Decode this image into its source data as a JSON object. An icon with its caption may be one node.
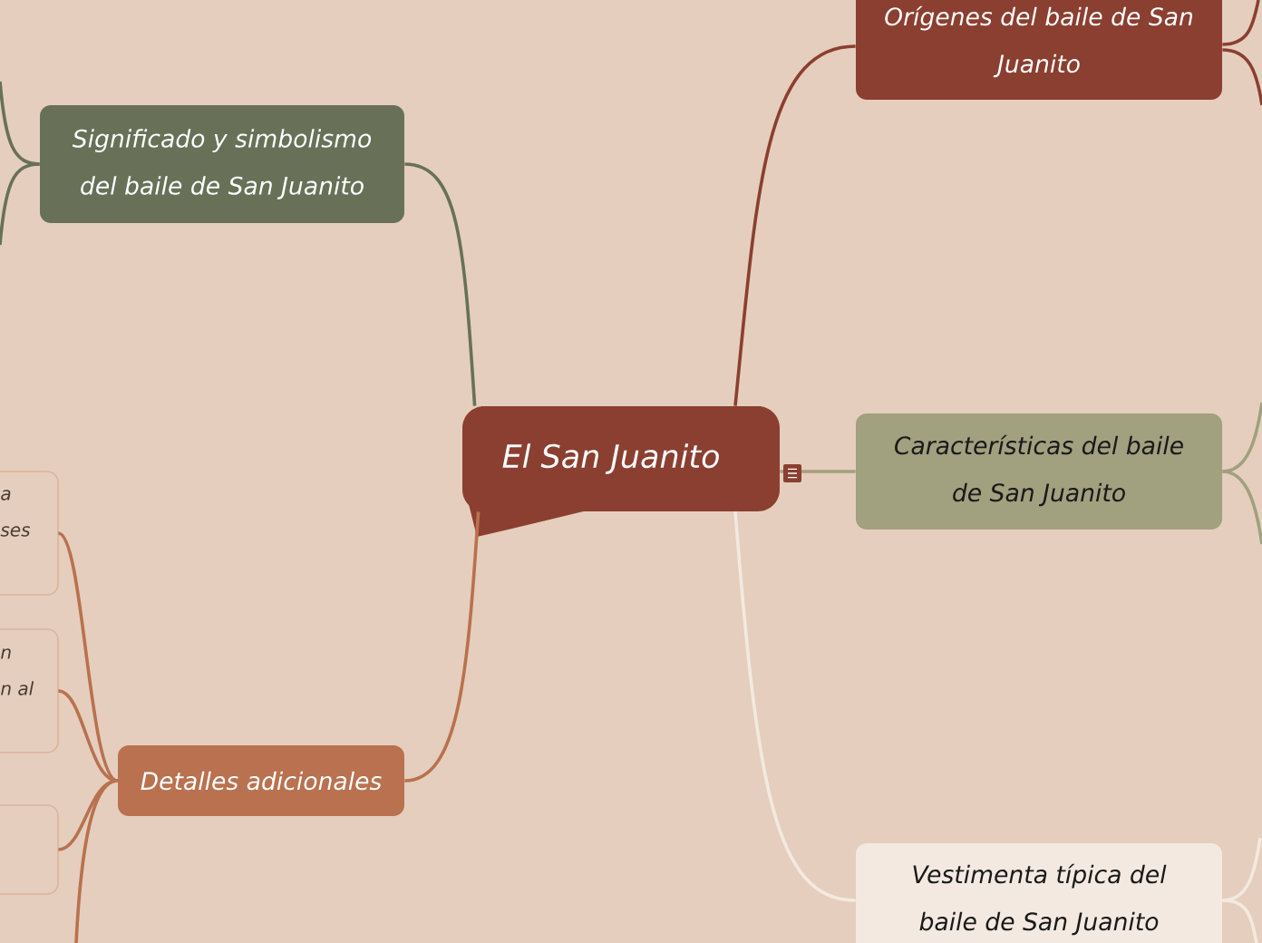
{
  "diagram": {
    "nodes": [
      {
        "text": [
          "Orígenes del baile de San Juanito"
        ]
      },
      {
        "text": [
          "Significado y simbolismo del baile de San Juanito"
        ]
      },
      {
        "text": [
          "El San Juanito"
        ]
      },
      {
        "text": [
          "Características del baile de San Juanito"
        ]
      },
      {
        "text": [
          "a",
          "ses"
        ]
      },
      {
        "text": [
          "n",
          "n al"
        ]
      },
      {
        "text": [
          "Detalles adicionales"
        ]
      },
      {
        "text": [],
        "shape": "box"
      },
      {
        "text": [
          "Vestimenta típica del baile de San Juanito"
        ]
      }
    ],
    "edges": [
      {
        "from": 2,
        "to": 0,
        "arrow": "none",
        "color": "#8b3f30"
      },
      {
        "from": 2,
        "to": 1,
        "arrow": "none",
        "color": "#687158"
      },
      {
        "from": 2,
        "to": 3,
        "arrow": "none",
        "color": "#a1a07f"
      },
      {
        "from": 2,
        "to": 6,
        "arrow": "none"
      },
      {
        "from": 2,
        "to": 8,
        "arrow": "none",
        "color": "#f3e9e0"
      },
      {
        "from": 6,
        "to": 4,
        "arrow": "none"
      },
      {
        "from": 6,
        "to": 5,
        "arrow": "none"
      },
      {
        "from": 6,
        "to": 7,
        "arrow": "none"
      },
      {
        "from": 6,
        "to": null,
        "arrow": "none"
      },
      {
        "from": 1,
        "to": null,
        "arrow": "none",
        "color": "#687158"
      },
      {
        "from": 1,
        "to": null,
        "arrow": "none",
        "color": "#687158"
      },
      {
        "from": 0,
        "to": null,
        "arrow": "none",
        "color": "#8b3f30"
      },
      {
        "from": 0,
        "to": null,
        "arrow": "none",
        "color": "#8b3f30"
      },
      {
        "from": 3,
        "to": null,
        "arrow": "none",
        "color": "#a1a07f"
      },
      {
        "from": 3,
        "to": null,
        "arrow": "none",
        "color": "#a1a07f"
      },
      {
        "from": 8,
        "to": null,
        "arrow": "none",
        "color": "#f3e9e0"
      },
      {
        "from": 8,
        "to": null,
        "arrow": "none",
        "color": "#f3e9e0"
      }
    ]
  }
}
